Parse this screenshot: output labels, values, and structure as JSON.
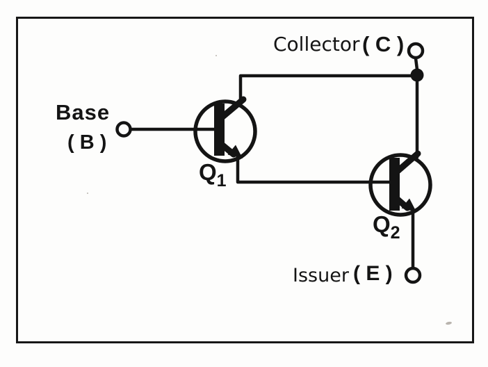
{
  "colors": {
    "ink": "#141414",
    "paper": "#fdfdfc",
    "frame_border": "#171717"
  },
  "terminals": {
    "base": {
      "name": "Base",
      "pin": "( B )"
    },
    "collector": {
      "name": "Collector",
      "pin": "( C )"
    },
    "emitter": {
      "name": "Issuer",
      "pin": "( E )"
    }
  },
  "transistors": {
    "q1": {
      "letter": "Q",
      "sub": "1"
    },
    "q2": {
      "letter": "Q",
      "sub": "2"
    }
  }
}
